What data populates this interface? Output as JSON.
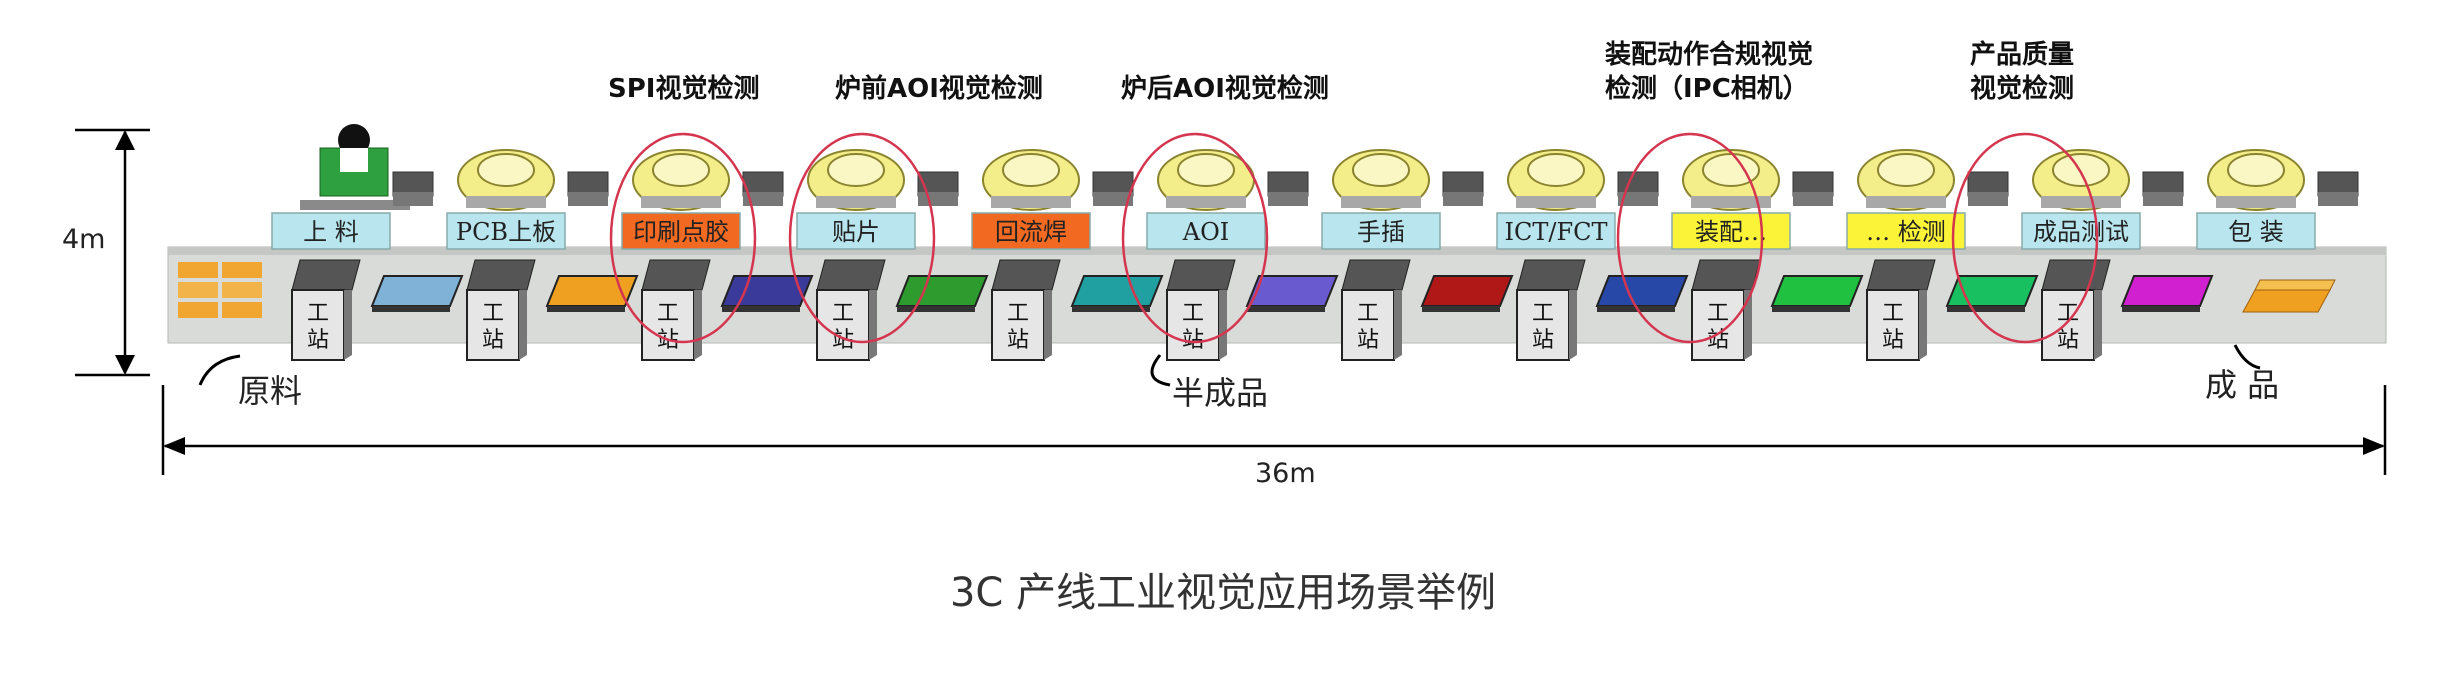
{
  "diagram": {
    "callouts": [
      {
        "id": "spi",
        "lines": [
          "SPI视觉检测"
        ]
      },
      {
        "id": "pre-aoi",
        "lines": [
          "炉前AOI视觉检测"
        ]
      },
      {
        "id": "post-aoi",
        "lines": [
          "炉后AOI视觉检测"
        ]
      },
      {
        "id": "assembly",
        "lines": [
          "装配动作合规视觉",
          "检测（IPC相机）"
        ]
      },
      {
        "id": "quality",
        "lines": [
          "产品质量",
          "视觉检测"
        ]
      }
    ],
    "stations": [
      {
        "label": "上 料",
        "color": "#b9e6ee"
      },
      {
        "label": "PCB上板",
        "color": "#b9e6ee"
      },
      {
        "label": "印刷点胶",
        "color": "#f26a21"
      },
      {
        "label": "贴片",
        "color": "#b9e6ee"
      },
      {
        "label": "回流焊",
        "color": "#f26a21"
      },
      {
        "label": "AOI",
        "color": "#b9e6ee"
      },
      {
        "label": "手插",
        "color": "#b9e6ee"
      },
      {
        "label": "ICT/FCT",
        "color": "#b9e6ee"
      },
      {
        "label": "装配…",
        "color": "#fbf338"
      },
      {
        "label": "… 检测",
        "color": "#fbf338"
      },
      {
        "label": "成品测试",
        "color": "#b9e6ee"
      },
      {
        "label": "包 装",
        "color": "#b9e6ee"
      }
    ],
    "workstation_label": "工站",
    "belt_labels": {
      "raw": "原料",
      "semi": "半成品",
      "finished": "成 品"
    },
    "dimensions": {
      "height": "4m",
      "length": "36m"
    },
    "board_colors": [
      "#7fb2d6",
      "#f0a020",
      "#3a3a9a",
      "#2e9b2e",
      "#20a0a0",
      "#6a5ad0",
      "#b01818",
      "#2848a8",
      "#20c040",
      "#18c060",
      "#d020d0",
      "#e0d020"
    ],
    "highlight_color": "#d4364f"
  },
  "caption": "3C 产线工业视觉应用场景举例"
}
